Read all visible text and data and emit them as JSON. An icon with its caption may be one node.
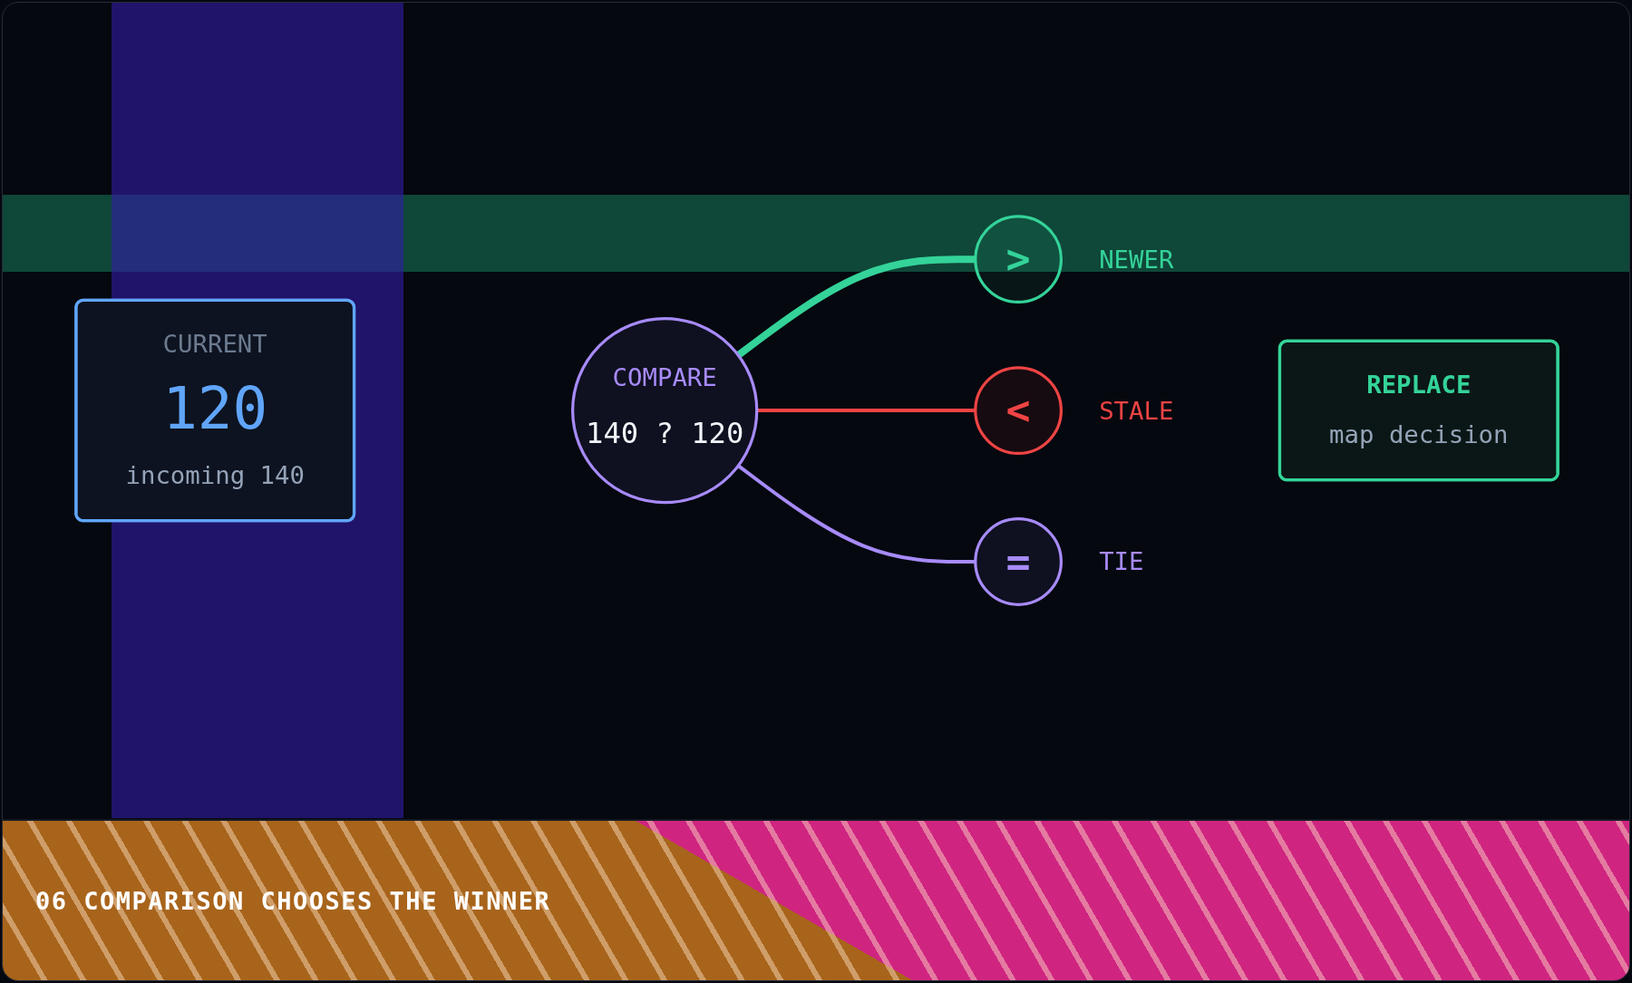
{
  "diagram": {
    "caption": "06 COMPARISON CHOOSES THE WINNER",
    "nodes": [
      {
        "text": [
          "CURRENT",
          "120",
          "incoming 140"
        ]
      },
      {
        "text": [
          "COMPARE",
          "140 ? 120"
        ]
      },
      {
        "text": [
          ">"
        ],
        "beside": [
          "NEWER"
        ]
      },
      {
        "text": [
          "<"
        ],
        "beside": [
          "STALE"
        ]
      },
      {
        "text": [
          "="
        ],
        "beside": [
          "TIE"
        ]
      },
      {
        "text": [
          "REPLACE",
          "map decision"
        ]
      }
    ],
    "edges": [
      {
        "from": 1,
        "to": 2,
        "arrow": "none",
        "style": "thick",
        "color": "#34d399"
      },
      {
        "from": 1,
        "to": 3,
        "arrow": "none",
        "color": "#ef4444"
      },
      {
        "from": 1,
        "to": 4,
        "arrow": "none",
        "color": "#a78bfa"
      }
    ]
  }
}
